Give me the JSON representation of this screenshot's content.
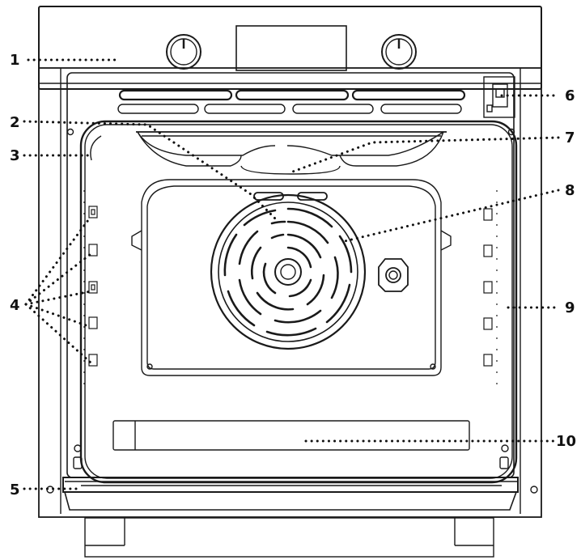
{
  "callouts": [
    {
      "id": "1",
      "label": "1"
    },
    {
      "id": "2",
      "label": "2"
    },
    {
      "id": "3",
      "label": "3"
    },
    {
      "id": "4",
      "label": "4"
    },
    {
      "id": "5",
      "label": "5"
    },
    {
      "id": "6",
      "label": "6"
    },
    {
      "id": "7",
      "label": "7"
    },
    {
      "id": "8",
      "label": "8"
    },
    {
      "id": "9",
      "label": "9"
    },
    {
      "id": "10",
      "label": "10"
    }
  ],
  "colors": {
    "line": "#1a1a1a",
    "background": "#ffffff",
    "leader": "#111111"
  },
  "icons": [
    "control-knob-icon",
    "display-screen-icon",
    "convection-fan-icon",
    "oven-lamp-icon"
  ]
}
